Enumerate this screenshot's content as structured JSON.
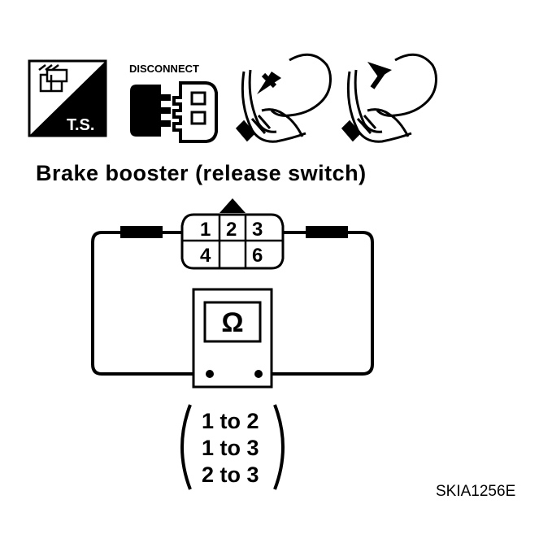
{
  "icons": {
    "test_symbol_label": "T.S.",
    "disconnect_label": "DISCONNECT"
  },
  "diagram": {
    "title": "Brake booster (release switch)",
    "connector_pins": [
      "1",
      "2",
      "3",
      "4",
      "6"
    ],
    "meter_symbol": "Ω",
    "pin_pairs": [
      "1 to 2",
      "1 to 3",
      "2 to 3"
    ],
    "figure_code": "SKIA1256E"
  }
}
